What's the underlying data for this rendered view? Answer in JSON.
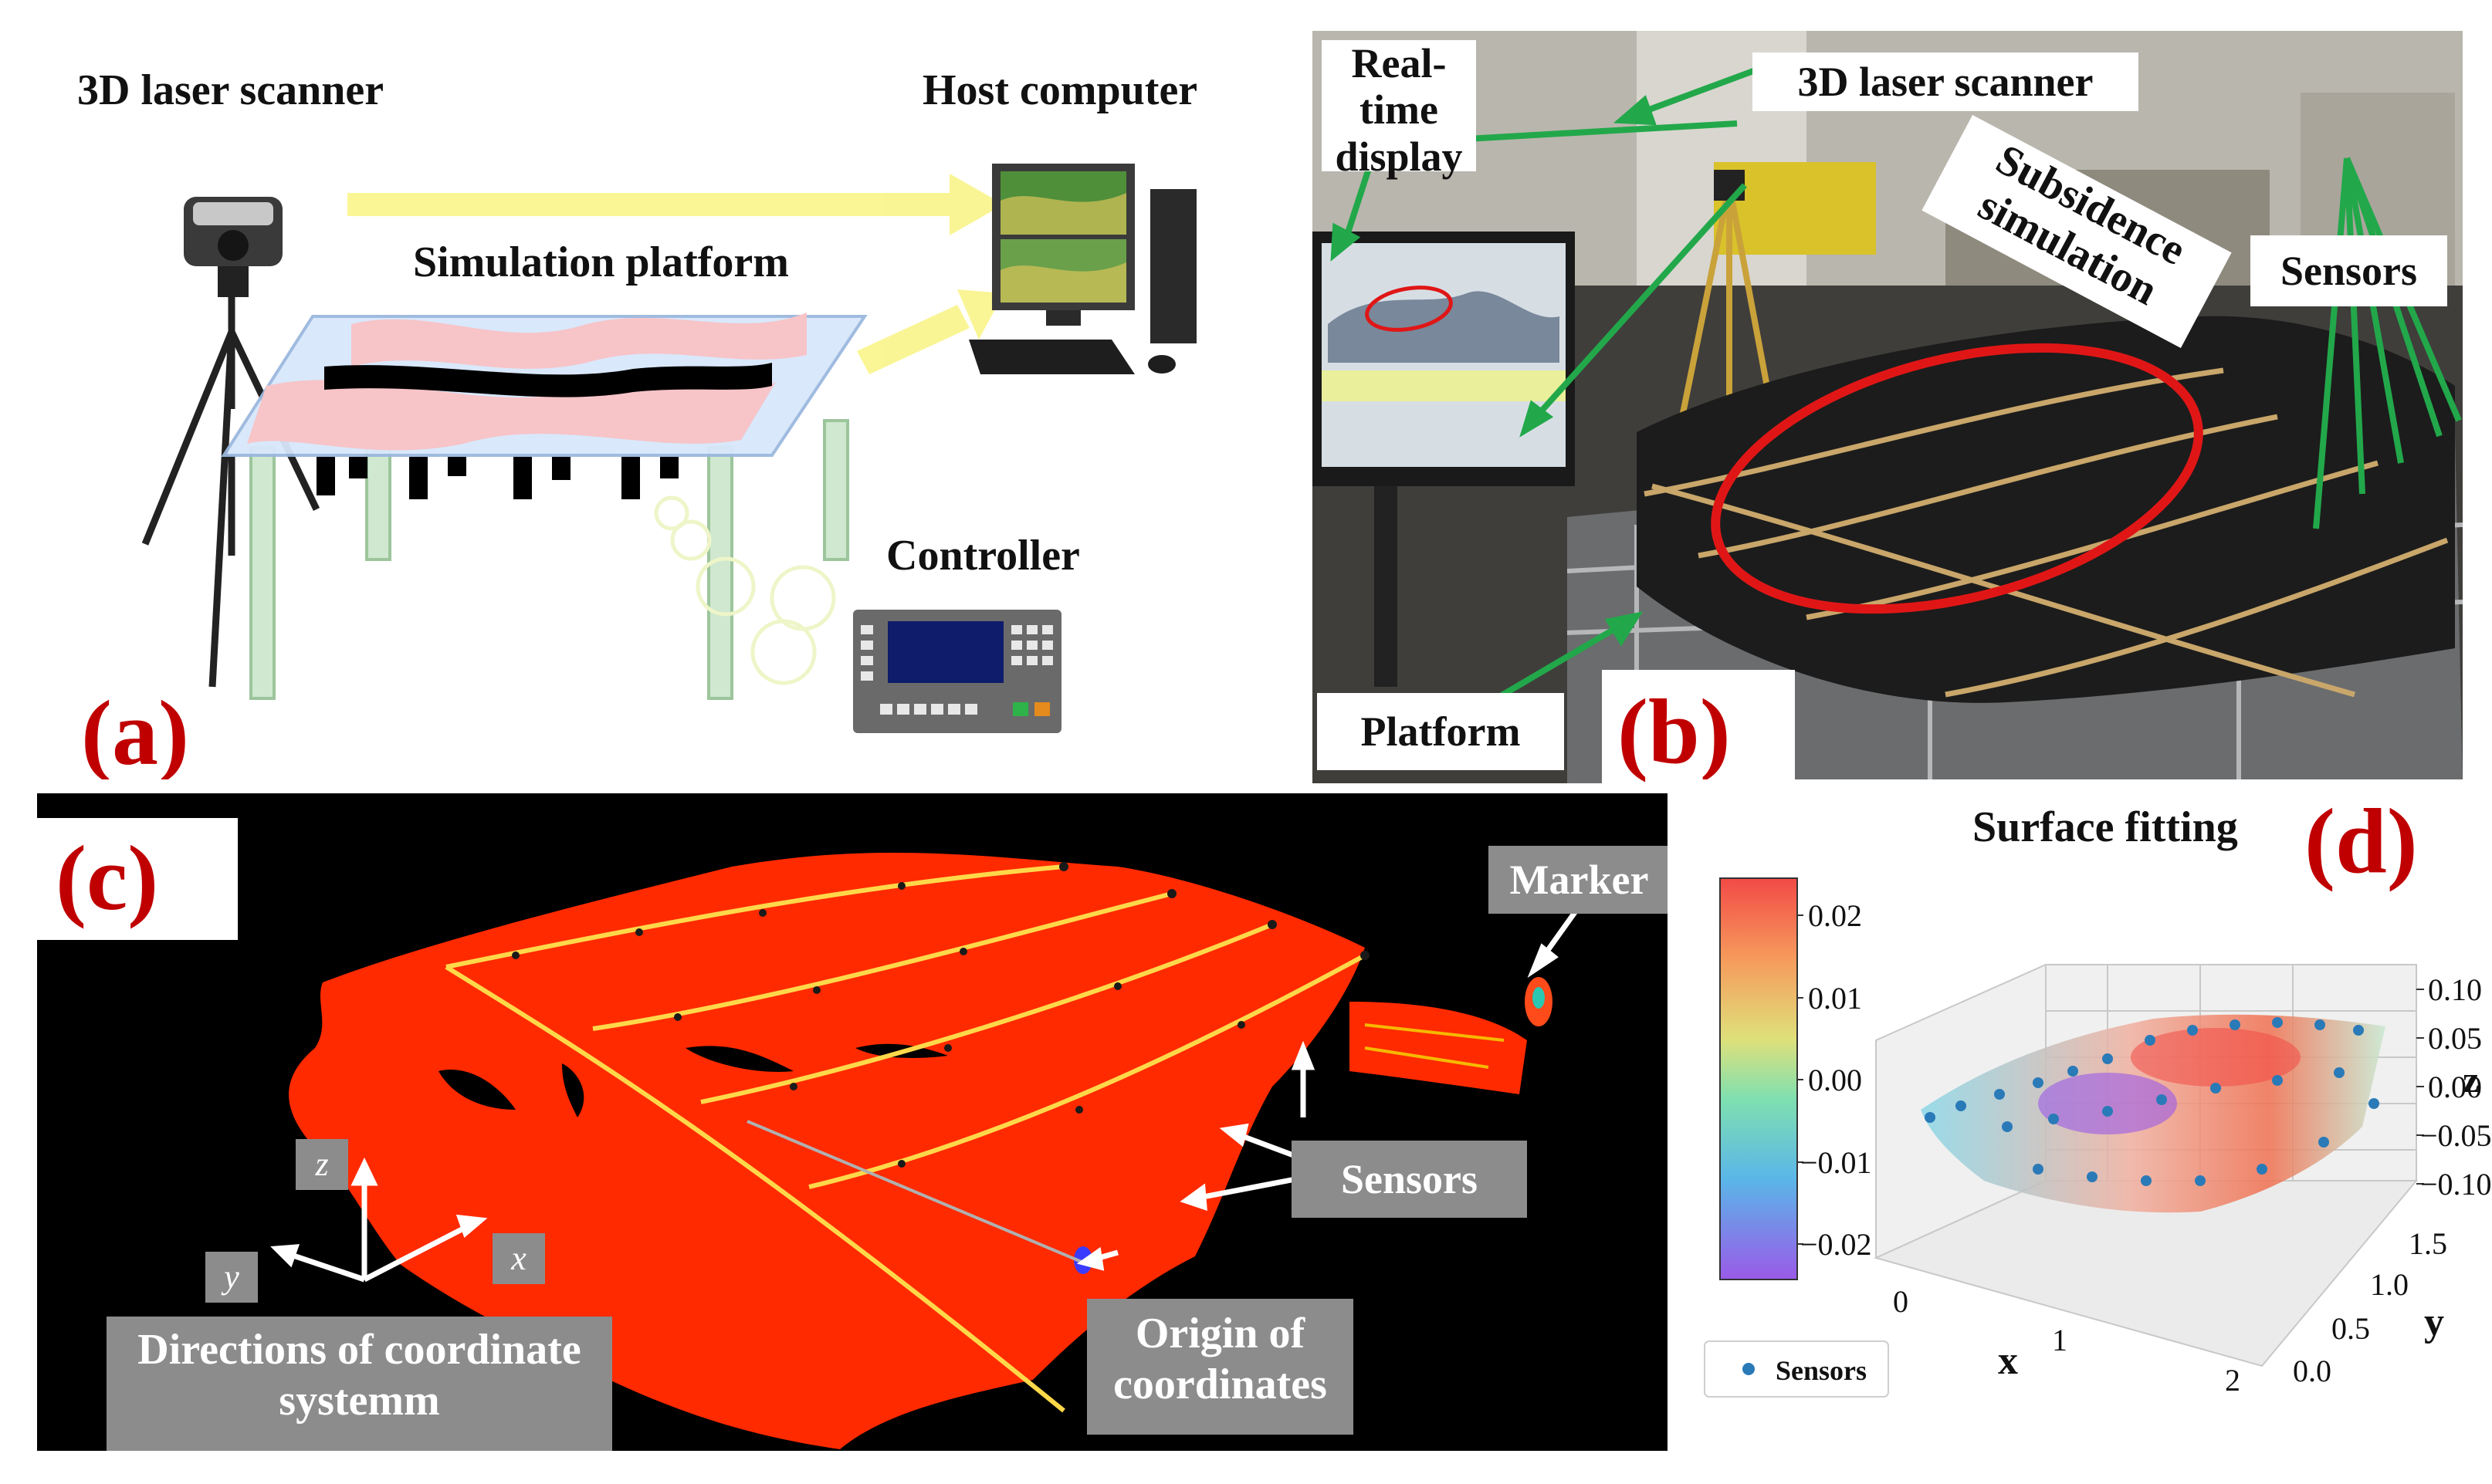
{
  "panel_a": {
    "tag": "(a)",
    "scanner_label": "3D laser scanner",
    "host_label": "Host computer",
    "platform_label": "Simulation platform",
    "controller_label": "Controller"
  },
  "panel_b": {
    "tag": "(b)",
    "realtime_label": "Real-time display",
    "scanner_label": "3D laser scanner",
    "subsidence_label": "Subsidence simulation",
    "sensors_label": "Sensors",
    "platform_label": "Platform"
  },
  "panel_c": {
    "tag": "(c)",
    "marker_label": "Marker",
    "sensors_label": "Sensors",
    "axis_z": "z",
    "axis_y": "y",
    "axis_x": "x",
    "directions_label": "Directions of coordinate systemm",
    "origin_label": "Origin of coordinates"
  },
  "panel_d": {
    "tag": "(d)",
    "title": "Surface fitting",
    "colorbar_ticks": [
      "0.02",
      "0.01",
      "0.00",
      "−0.01",
      "−0.02"
    ],
    "z_ticks": [
      "0.10",
      "0.05",
      "0.00",
      "−0.05",
      "−0.10"
    ],
    "z_label": "z",
    "y_ticks": [
      "0.0",
      "0.5",
      "1.0",
      "1.5"
    ],
    "y_label": "y",
    "x_ticks": [
      "0",
      "1",
      "2"
    ],
    "x_label": "x",
    "legend": "Sensors"
  },
  "colors": {
    "tag_red": "#c00000",
    "arrow_green": "#22a84a",
    "scan_red": "#ff2a00",
    "label_gray": "#8c8c8c",
    "pink_surface": "#f7c4c8",
    "leg_green": "#cfe8cf"
  }
}
